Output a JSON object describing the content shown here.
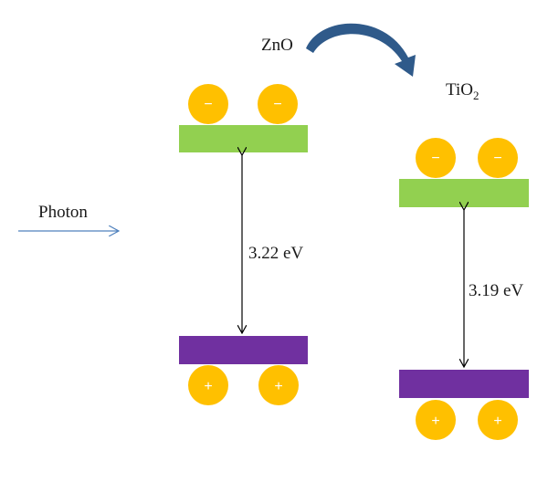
{
  "colors": {
    "conduction_band": "#92D050",
    "valence_band": "#7030A0",
    "carrier": "#FFC000",
    "transfer_arrow": "#2F5A8A",
    "photon_arrow": "#4F81BD",
    "gap_arrow": "#000000"
  },
  "photon": {
    "label": "Photon"
  },
  "transfer": {
    "from_label": "ZnO",
    "to_label_base": "TiO",
    "to_label_sub": "2"
  },
  "zno": {
    "gap_label": "3.22 eV",
    "electron_sign": "−",
    "hole_sign": "+"
  },
  "tio2": {
    "gap_label": "3.19 eV",
    "electron_sign": "−",
    "hole_sign": "+"
  }
}
